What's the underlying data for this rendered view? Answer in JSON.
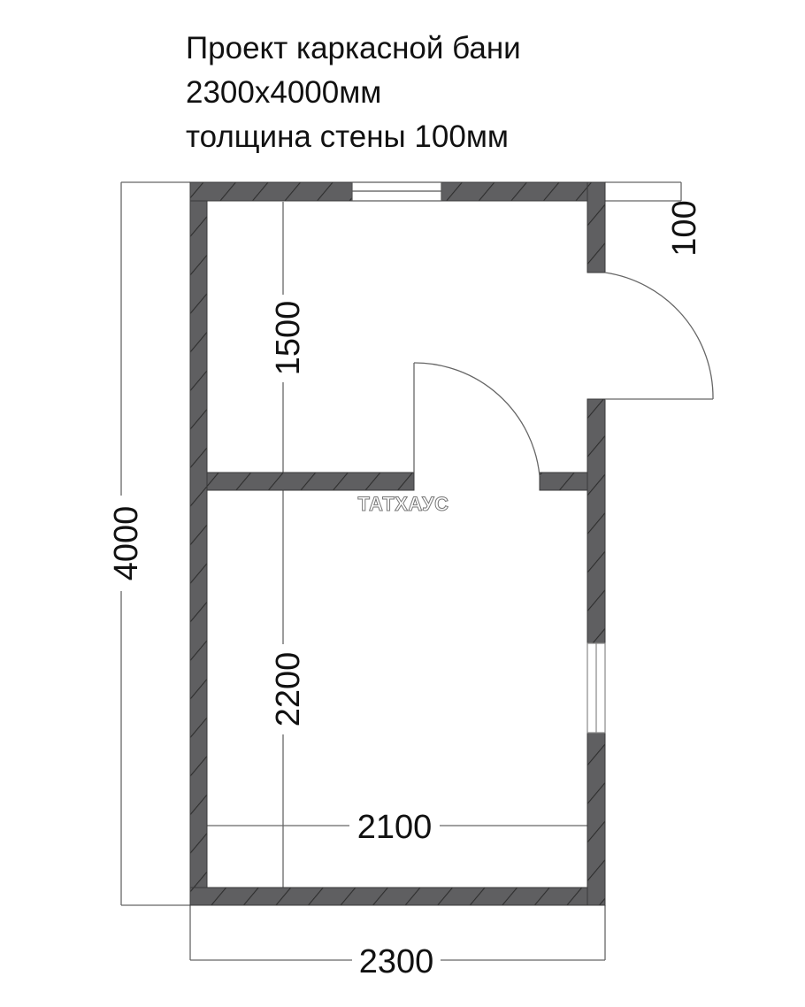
{
  "title": {
    "line1": "Проект каркасной бани",
    "line2": "2300x4000мм",
    "line3": "толщина стены 100мм"
  },
  "dimensions": {
    "overall_height": "4000",
    "overall_width": "2300",
    "interior_width": "2100",
    "room_upper_depth": "1500",
    "room_lower_depth": "2200",
    "wall_thickness": "100"
  },
  "watermark": "ТАТХАУС",
  "colors": {
    "wall_fill": "#5f5f61",
    "wall_hatch": "#2e2e2e",
    "line": "#555555",
    "text": "#111111"
  },
  "elements": {
    "outer_door": "entrance door with swing arc (right wall)",
    "inner_door": "interior door with swing arc (partition)",
    "window_top": "window in top wall",
    "window_right": "window in right wall (lower room)"
  }
}
